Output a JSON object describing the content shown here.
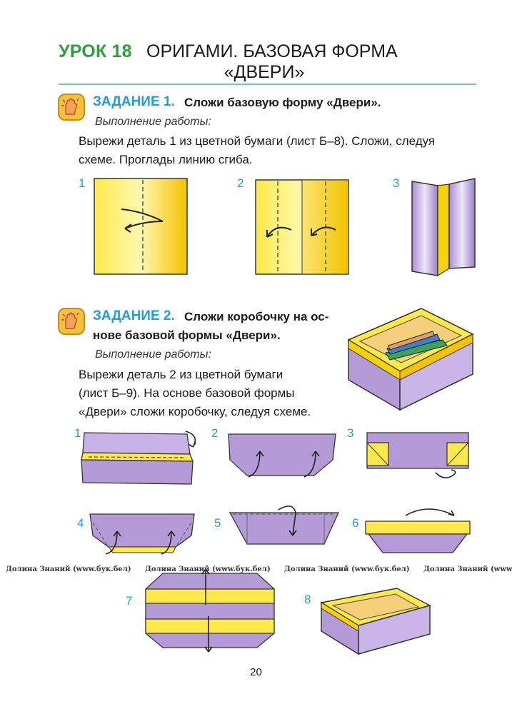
{
  "header": {
    "lesson_number": "УРОК 18",
    "title_line1": "ОРИГАМИ. БАЗОВАЯ ФОРМА",
    "title_line2": "«ДВЕРИ»"
  },
  "task1": {
    "heading": "ЗАДАНИЕ 1.",
    "instruction": "Сложи базовую форму «Двери».",
    "execution_label": "Выполнение работы:",
    "body_line1": "Вырежи деталь 1 из цветной бумаги (лист Б–8). Сложи, следуя",
    "body_line2": "схеме. Проглады линию сгиба.",
    "steps": [
      "1",
      "2",
      "3"
    ]
  },
  "task2": {
    "heading": "ЗАДАНИЕ 2.",
    "instruction_line1": "Сложи коробочку на ос-",
    "instruction_line2": "нове базовой формы «Двери».",
    "execution_label": "Выполнение работы:",
    "body_line1": "Вырежи деталь 2 из цветной бумаги",
    "body_line2": "(лист Б–9). На основе базовой формы",
    "body_line3": "«Двери» сложи коробочку, следуя схеме.",
    "steps": [
      "1",
      "2",
      "3",
      "4",
      "5",
      "6",
      "7",
      "8"
    ]
  },
  "watermark": [
    "Долина Знаний (www.бук.бел)",
    "Долина Знаний (www.бук.бел)",
    "Долина Знаний (www.бук.бел)",
    "Долина Знаний (www.бук.бел)"
  ],
  "page_number": "20",
  "colors": {
    "green": "#2e9e3e",
    "blue": "#1ba1d9",
    "yellow": "#f6d20c",
    "purple": "#b49ad6"
  }
}
